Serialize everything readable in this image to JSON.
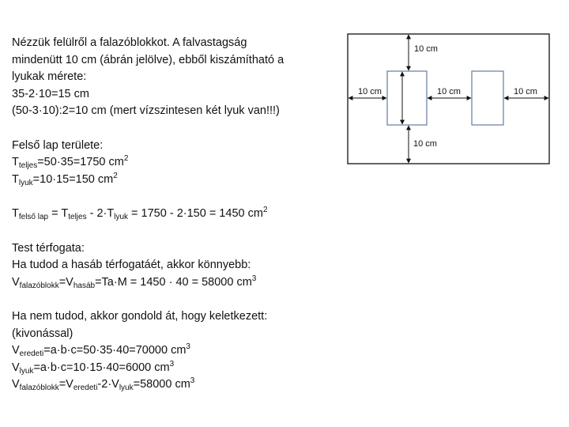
{
  "intro": {
    "l1": "Nézzük felülről a falazóblokkot. A falvastagság",
    "l2": "mindenütt 10 cm (ábrán jelölve), ebből kiszámítható a",
    "l3": "lyukak mérete:",
    "l4": "35-2·10=15 cm",
    "l5": "(50-3·10):2=10 cm (mert vízszintesen két lyuk van!!!)"
  },
  "area": {
    "heading": "Felső lap területe:",
    "t_teljes_main": "T",
    "t_teljes_sub": "teljes",
    "t_teljes_rest": "=50·35=1750 cm",
    "sq1": "2",
    "t_lyuk_main": "T",
    "t_lyuk_sub": "lyuk",
    "t_lyuk_rest": "=10·15=150 cm",
    "sq2": "2"
  },
  "top_face": {
    "a": "T",
    "a_sub": "felső lap",
    "b": " = T",
    "b_sub": "teljes",
    "c": " - 2·T",
    "c_sub": "lyuk",
    "d": " = 1750 - 2·150 = 1450 cm",
    "sq": "2"
  },
  "volume": {
    "heading": "Test térfogata:",
    "line1": "Ha tudod a hasáb térfogatáét, akkor könnyebb:",
    "v": "V",
    "v_sub": "falazóblokk",
    "eq": "=V",
    "eq_sub": "hasáb",
    "rest": "=Ta·M = 1450 · 40 = 58000 cm",
    "cube": "3"
  },
  "alt": {
    "line1": "Ha nem tudod, akkor gondold át, hogy keletkezett:",
    "line2": "(kivonással)",
    "r1_main": "V",
    "r1_sub": "eredeti",
    "r1_rest": "=a·b·c=50·35·40=70000 cm",
    "r1_cube": "3",
    "r2_main": "V",
    "r2_sub": "lyuk",
    "r2_rest": "=a·b·c=10·15·40=6000 cm",
    "r2_cube": "3",
    "r3_main": "V",
    "r3_sub1": "falazóblokk",
    "r3_mid": "=V",
    "r3_sub2": "eredeti",
    "r3_mid2": "-2·V",
    "r3_sub3": "lyuk",
    "r3_rest": "=58000 cm",
    "r3_cube": "3"
  },
  "diagram": {
    "top_label": "10 cm",
    "left_label": "10 cm",
    "middle_label": "10 cm",
    "right_label": "10 cm",
    "bottom_label": "10 cm",
    "outer_color": "#111111",
    "hole_color": "#6f85a8"
  }
}
